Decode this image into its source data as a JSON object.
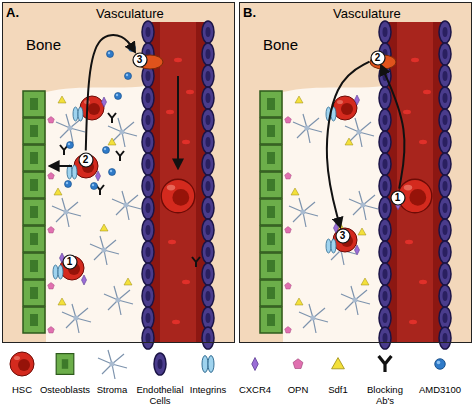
{
  "diagram": {
    "nodes": [
      {
        "text": [
          "A."
        ]
      },
      {
        "text": [
          "1"
        ],
        "in": 0
      },
      {
        "text": [
          "2"
        ],
        "in": 0
      },
      {
        "text": [
          "3"
        ],
        "in": 0
      },
      {
        "text": [
          "B."
        ]
      },
      {
        "text": [
          "1"
        ],
        "in": 4
      },
      {
        "text": [
          "2"
        ],
        "in": 4
      },
      {
        "text": [
          "3"
        ],
        "in": 4
      }
    ],
    "edges": [
      {
        "from": 2,
        "to": 3,
        "arrow": "to"
      },
      {
        "from": 5,
        "to": 6,
        "arrow": "to"
      },
      {
        "from": 6,
        "to": 7,
        "arrow": "to"
      }
    ],
    "labels": [
      "Vasculature",
      "Bone",
      "Vasculature",
      "Bone"
    ],
    "legend": [
      {
        "text": "HSC"
      },
      {
        "text": "Osteoblasts"
      },
      {
        "text": "Stroma"
      },
      {
        "text": "Endothelial Cells"
      },
      {
        "text": "Integrins"
      },
      {
        "text": "CXCR4"
      },
      {
        "text": "OPN"
      },
      {
        "text": "Sdf1"
      },
      {
        "text": "Blocking Ab's"
      },
      {
        "text": "AMD3100"
      }
    ]
  }
}
